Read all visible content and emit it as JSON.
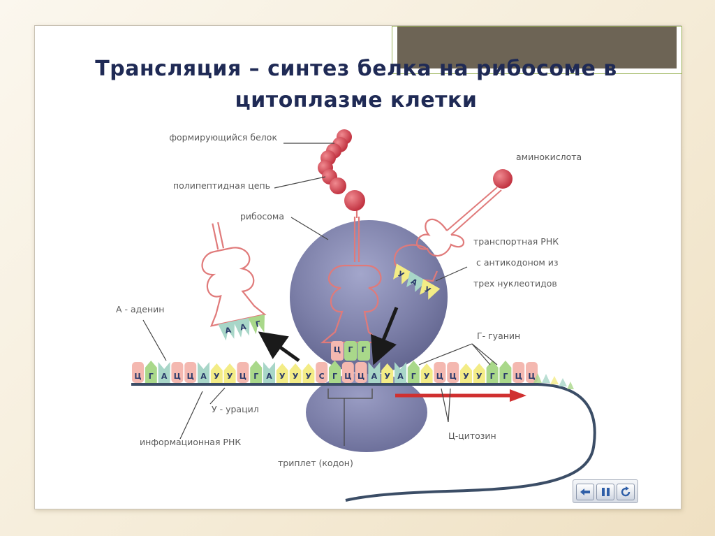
{
  "title": "Трансляция – синтез белка на рибосоме в цитоплазме клетки",
  "labels": {
    "forming_protein": "формирующийся белок",
    "amino_acid": "аминокислота",
    "polypeptide": "полипептидная цепь",
    "ribosome": "рибосома",
    "trna_line1": "транспортная РНК",
    "trna_line2": "с антикодоном из",
    "trna_line3": "трех нуклеотидов",
    "adenine": "А - аденин",
    "guanine": "Г- гуанин",
    "uracil": "У - урацил",
    "mrna": "информационная РНК",
    "cytosine": "Ц-цитозин",
    "triplet": "триплет (кодон)"
  },
  "mrna_sequence": [
    "Ц",
    "Г",
    "А",
    "Ц",
    "Ц",
    "А",
    "У",
    "У",
    "Ц",
    "Г",
    "А",
    "У",
    "У",
    "У",
    "С",
    "Г",
    "Ц",
    "Ц",
    "А",
    "У",
    "А",
    "Г",
    "У",
    "Ц",
    "Ц",
    "У",
    "У",
    "Г",
    "Г",
    "Ц",
    "Ц"
  ],
  "trna_left_anticodon": [
    "А",
    "А",
    "Г"
  ],
  "trna_center_anticodon": [
    "Ц",
    "Г",
    "Г"
  ],
  "trna_right_anticodon": [
    "У",
    "А",
    "У"
  ],
  "colors": {
    "title": "#1f2a55",
    "ribosome": "#7c7fa8",
    "trna": "#e07a7a",
    "amino_acid": "#cc3d4a",
    "arrow_red": "#d03030",
    "arrow_black": "#1a1a1a",
    "mrna_strand": "#3b4d66",
    "base_A": "#a8d6c8",
    "base_G": "#a9d88a",
    "base_C": "#f4b8b0",
    "base_U": "#f3ec86"
  },
  "controls": [
    {
      "name": "back-icon"
    },
    {
      "name": "pause-icon"
    },
    {
      "name": "replay-icon"
    }
  ]
}
